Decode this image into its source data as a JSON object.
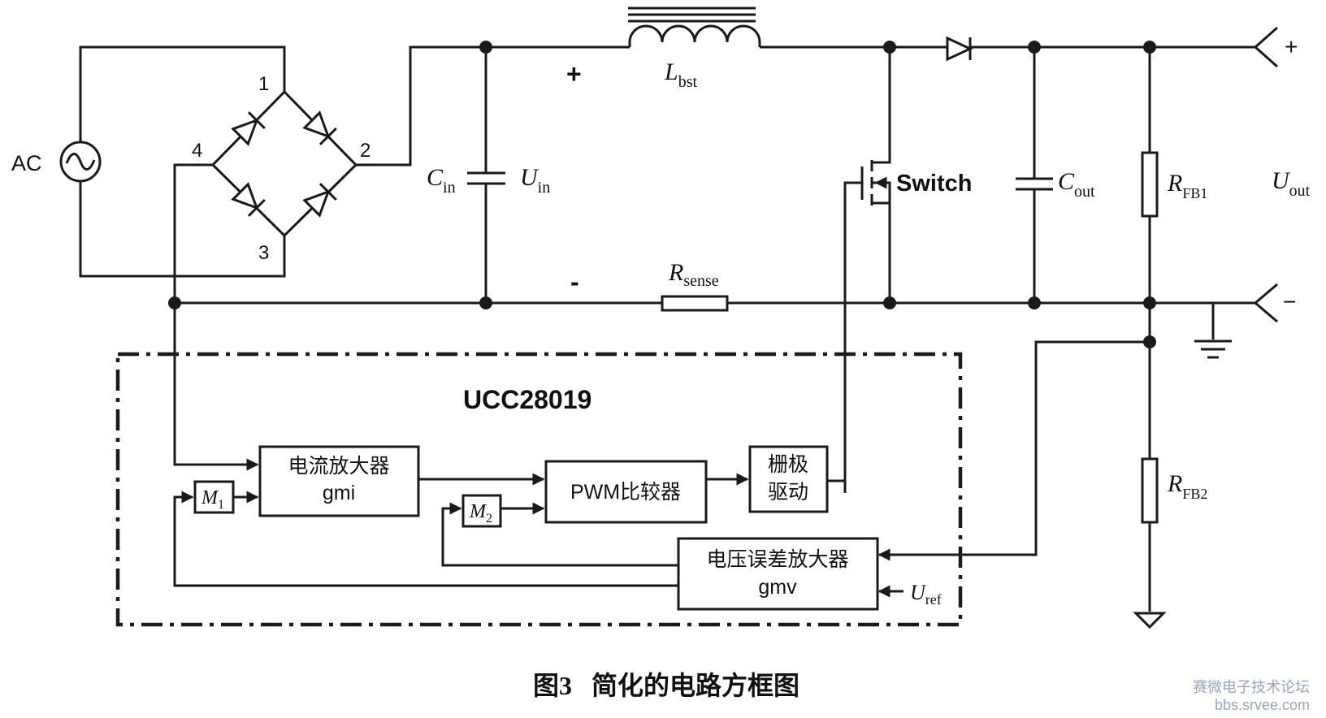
{
  "labels": {
    "ac": "AC",
    "bridge_pins": [
      "1",
      "2",
      "3",
      "4"
    ],
    "plus": "+",
    "minus": "-",
    "l_bst": "L",
    "l_bst_sub": "bst",
    "c_in": "C",
    "c_in_sub": "in",
    "u_in": "U",
    "u_in_sub": "in",
    "switch": "Switch",
    "c_out": "C",
    "c_out_sub": "out",
    "r_fb1": "R",
    "r_fb1_sub": "FB1",
    "r_fb2": "R",
    "r_fb2_sub": "FB2",
    "u_out": "U",
    "u_out_sub": "out",
    "out_plus": "+",
    "out_minus": "−",
    "r_sense": "R",
    "r_sense_sub": "sense",
    "chip": "UCC28019",
    "m1": "M",
    "m1_sub": "1",
    "m2": "M",
    "m2_sub": "2",
    "u_ref": "U",
    "u_ref_sub": "ref"
  },
  "blocks": {
    "current_amp": {
      "line1": "电流放大器",
      "line2": "gmi"
    },
    "pwm": {
      "line1": "PWM比较器"
    },
    "gate": {
      "line1": "栅极",
      "line2": "驱动"
    },
    "voltage_amp": {
      "line1": "电压误差放大器",
      "line2": "gmv"
    }
  },
  "caption": "图3   简化的电路方框图",
  "watermark": {
    "line1": "赛微电子技术论坛",
    "line2": "bbs.srvee.com"
  }
}
